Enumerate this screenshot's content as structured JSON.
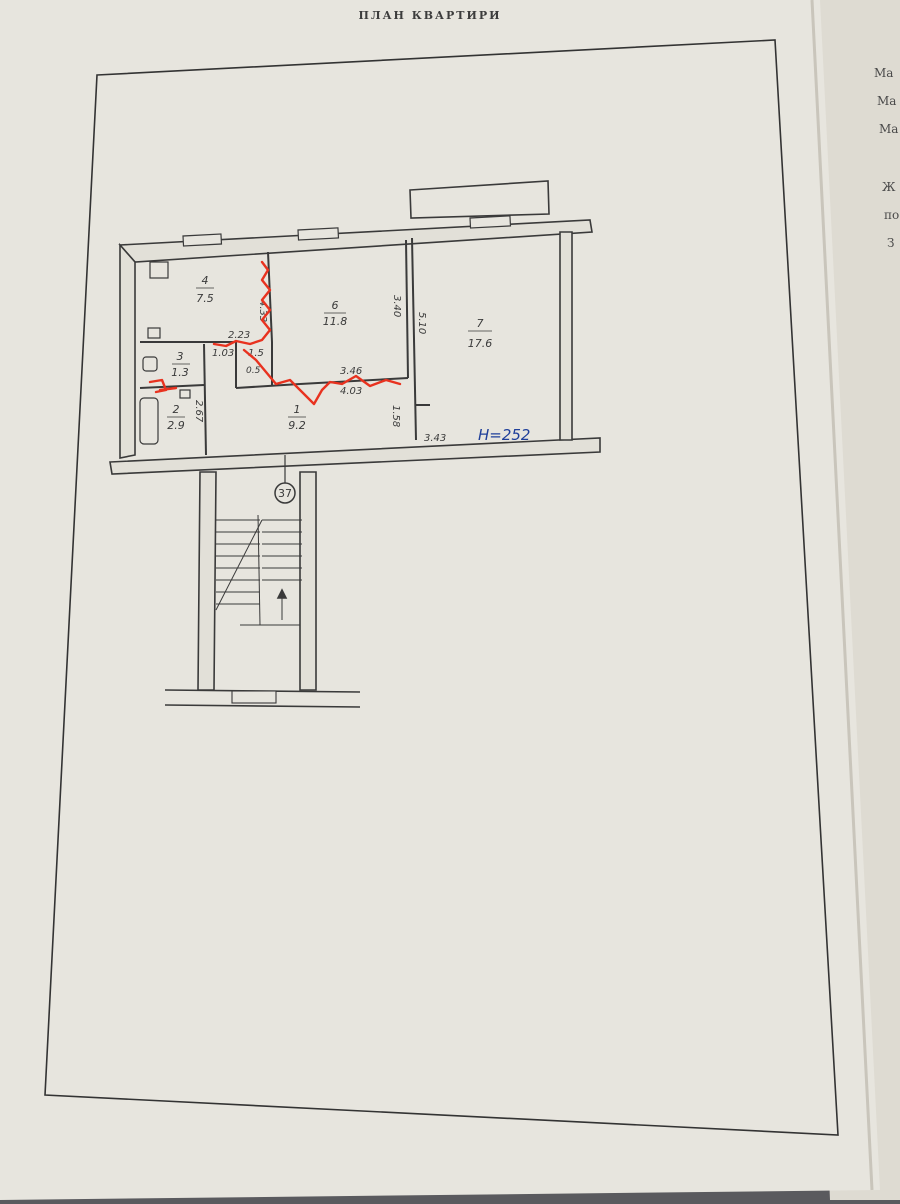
{
  "document": {
    "title": "ПЛАН КВАРТИРИ",
    "apartment_number": "37",
    "height_note": "H=252",
    "edge_text": [
      "Ма",
      "Ма",
      "Ма",
      "Ж",
      "по",
      "З"
    ]
  },
  "rooms": [
    {
      "number": "1",
      "area": "9.2"
    },
    {
      "number": "2",
      "area": "2.9"
    },
    {
      "number": "3",
      "area": "1.3"
    },
    {
      "number": "4",
      "area": "7.5"
    },
    {
      "number": "6",
      "area": "11.8"
    },
    {
      "number": "7",
      "area": "17.6"
    }
  ],
  "dimensions": [
    "4.33",
    "3.40",
    "5.10",
    "2.23",
    "1.03",
    "1.5",
    "0.5",
    "3.46",
    "4.03",
    "1.58",
    "3.43",
    "2.67"
  ],
  "colors": {
    "paper": "#e7e5de",
    "line": "#3a3a3a",
    "annotation_red": "#e8321f",
    "annotation_blue": "#1f3f9a"
  }
}
